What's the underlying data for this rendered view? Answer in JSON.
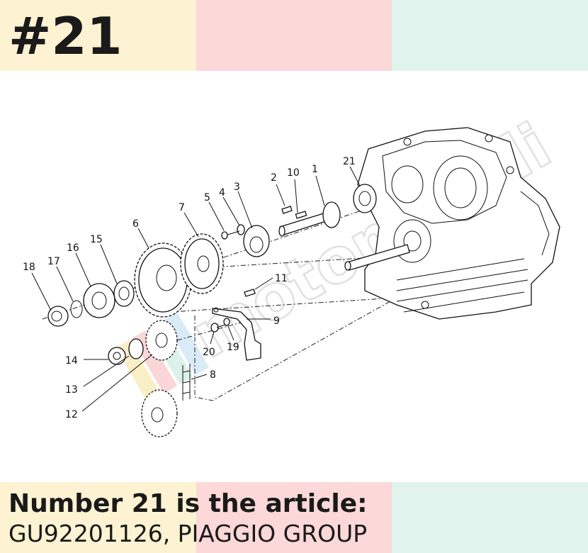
{
  "header": {
    "title": "#21",
    "band_colors": [
      "#fdf3d3",
      "#fcd8d8",
      "#e0f3ec"
    ]
  },
  "diagram": {
    "callouts": [
      "1",
      "2",
      "3",
      "4",
      "5",
      "6",
      "7",
      "8",
      "9",
      "10",
      "11",
      "12",
      "13",
      "14",
      "15",
      "16",
      "17",
      "18",
      "19",
      "20",
      "21"
    ],
    "watermark": "motomundi",
    "watermark_colors": [
      "#f5e39a",
      "#f7b5b5",
      "#bfe7d8",
      "#b9dcf2"
    ]
  },
  "footer": {
    "line1": "Number 21 is the article:",
    "line2": "GU92201126, PIAGGIO GROUP",
    "band_colors": [
      "#fdf3d3",
      "#fcd8d8",
      "#e0f3ec"
    ]
  }
}
